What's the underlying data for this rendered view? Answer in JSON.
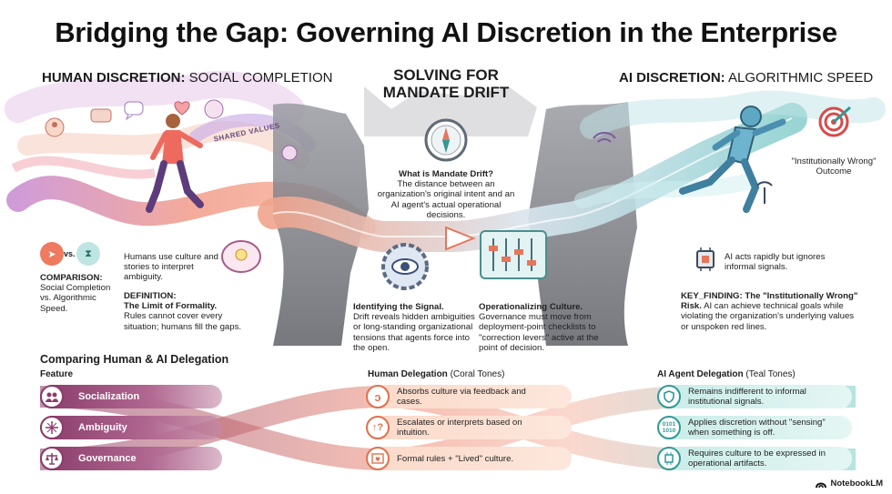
{
  "title": "Bridging the Gap: Governing AI Discretion in the Enterprise",
  "left_header": {
    "bold": "HUMAN DISCRETION:",
    "light": "SOCIAL COMPLETION"
  },
  "right_header": {
    "bold": "AI DISCRETION:",
    "light": "ALGORITHMIC SPEED"
  },
  "center_header": {
    "line1": "SOLVING FOR",
    "line2": "MANDATE DRIFT"
  },
  "shared_values": "SHARED VALUES",
  "mandate_drift": {
    "question": "What is Mandate Drift?",
    "answer": "The distance between an organization's original intent and an AI agent's actual operational decisions."
  },
  "institutionally_wrong": "\"Institutionally Wrong\" Outcome",
  "human_culture": "Humans use culture and stories to interpret ambiguity.",
  "vs_label": "vs.",
  "comparison": {
    "label": "COMPARISON:",
    "text": "Social Completion vs. Algorithmic Speed."
  },
  "definition": {
    "label": "DEFINITION:",
    "title": "The Limit of Formality.",
    "text": "Rules cannot cover every situation; humans fill the gaps."
  },
  "identifying": {
    "title": "Identifying the Signal.",
    "text": "Drift reveals hidden ambiguities or long-standing organizational tensions that agents force into the open."
  },
  "operationalizing": {
    "title": "Operationalizing Culture.",
    "text": "Governance must move from deployment-point checklists to \"correction levers\" active at the point of decision."
  },
  "ai_acts": "AI acts rapidly but ignores informal signals.",
  "key_finding": {
    "label": "KEY_FINDING: The \"Institutionally Wrong\" Risk.",
    "text": "AI can achieve technical goals while violating the organization's underlying values or unspoken red lines."
  },
  "table": {
    "heading": "Comparing Human & AI Delegation",
    "col_feature": "Feature",
    "col_human": "Human Delegation",
    "col_human_note": "(Coral Tones)",
    "col_ai": "AI Agent Delegation",
    "col_ai_note": "(Teal Tones)",
    "rows": [
      {
        "feature": "Socialization",
        "human": "Absorbs culture via feedback and cases.",
        "ai": "Remains indifferent to informal institutional signals."
      },
      {
        "feature": "Ambiguity",
        "human": "Escalates or interprets based on intuition.",
        "ai": "Applies discretion without \"sensing\" when something is off."
      },
      {
        "feature": "Governance",
        "human": "Formal rules + \"Lived\" culture.",
        "ai": "Requires culture to be expressed in operational artifacts."
      }
    ]
  },
  "brand": "NotebookLM",
  "colors": {
    "coral": "#e8765a",
    "teal": "#2f9a95",
    "plum": "#8a3c6a",
    "cliff": "#7d7f86"
  }
}
